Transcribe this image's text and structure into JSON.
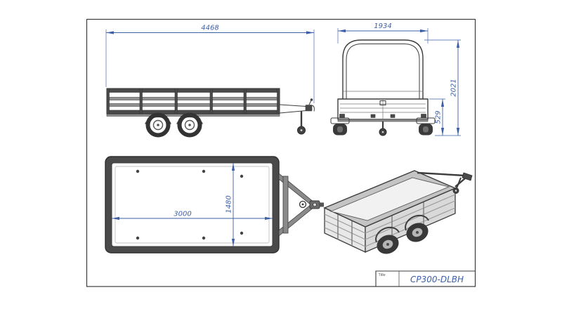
{
  "sheet": {
    "title_block": {
      "label": "Title",
      "value": "CP300-DLBH"
    }
  },
  "dimensions": {
    "overall_length": "4468",
    "overall_width": "1934",
    "overall_height": "2021",
    "floor_height": "529",
    "inner_length": "3000",
    "inner_width": "1480"
  },
  "colors": {
    "dimension_blue": "#3d5fa8",
    "drawing_line": "#3c3c3c"
  }
}
